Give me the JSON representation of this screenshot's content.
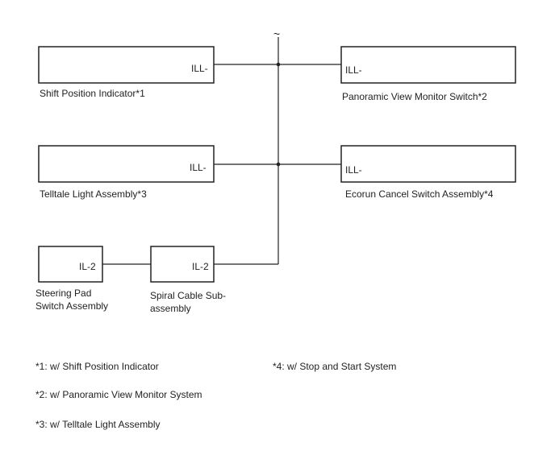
{
  "components": {
    "shift_position_indicator": {
      "label": "Shift Position Indicator*1",
      "terminal": "ILL-"
    },
    "panoramic_view_monitor_switch": {
      "label": "Panoramic View Monitor Switch*2",
      "terminal": "ILL-"
    },
    "telltale_light_assembly": {
      "label": "Telltale Light Assembly*3",
      "terminal": "ILL-"
    },
    "ecorun_cancel_switch_assembly": {
      "label": "Ecorun Cancel Switch Assembly*4",
      "terminal": "ILL-"
    },
    "steering_pad_switch_assembly": {
      "label_line1": "Steering Pad",
      "label_line2": "Switch Assembly",
      "terminal": "IL-2"
    },
    "spiral_cable_sub_assembly": {
      "label_line1": "Spiral Cable Sub-",
      "label_line2": "assembly",
      "terminal": "IL-2"
    }
  },
  "bus": {
    "continuation_symbol": "~"
  },
  "footnotes": {
    "n1": "*1: w/ Shift Position Indicator",
    "n2": "*2: w/ Panoramic View Monitor System",
    "n3": "*3: w/ Telltale Light Assembly",
    "n4": "*4: w/ Stop and Start System"
  }
}
